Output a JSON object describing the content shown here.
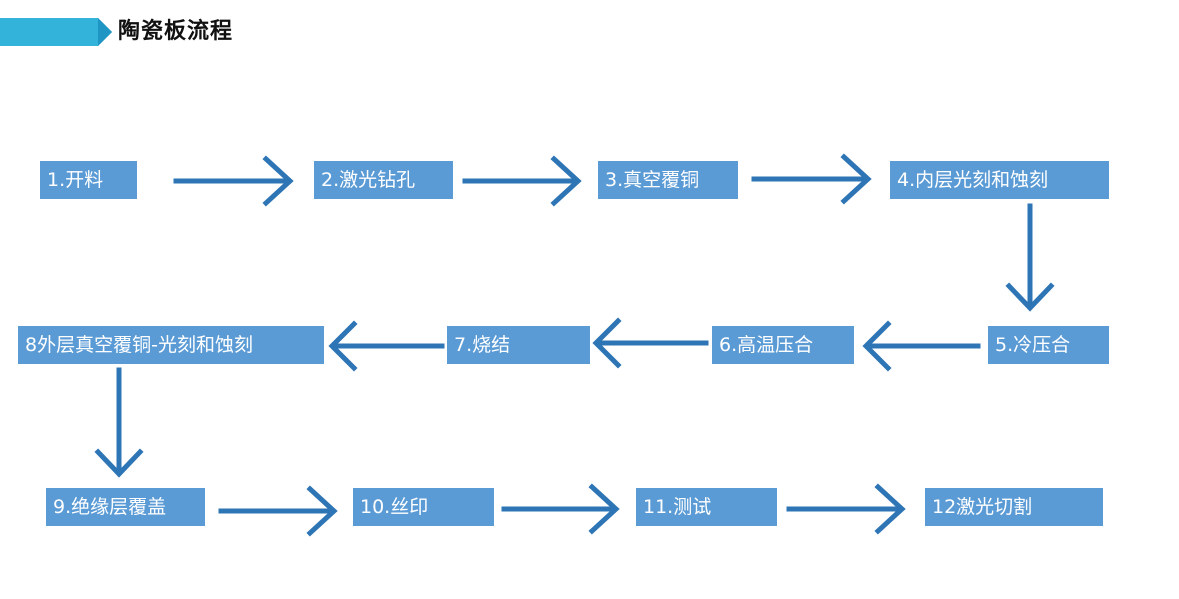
{
  "title": "陶瓷板流程",
  "colors": {
    "box_fill": "#5b9bd5",
    "box_text": "#ffffff",
    "arrow": "#2e75b6",
    "banner_light": "#33b3d9",
    "banner_dark": "#1f95c4"
  },
  "steps": [
    {
      "label": "1.开料"
    },
    {
      "label": "2.激光钻孔"
    },
    {
      "label": "3.真空覆铜"
    },
    {
      "label": "4.内层光刻和蚀刻"
    },
    {
      "label": "5.冷压合"
    },
    {
      "label": "6.高温压合"
    },
    {
      "label": "7.烧结"
    },
    {
      "label": "8外层真空覆铜-光刻和蚀刻"
    },
    {
      "label": "9.绝缘层覆盖"
    },
    {
      "label": "10.丝印"
    },
    {
      "label": "11.测试"
    },
    {
      "label": "12激光切割"
    }
  ]
}
